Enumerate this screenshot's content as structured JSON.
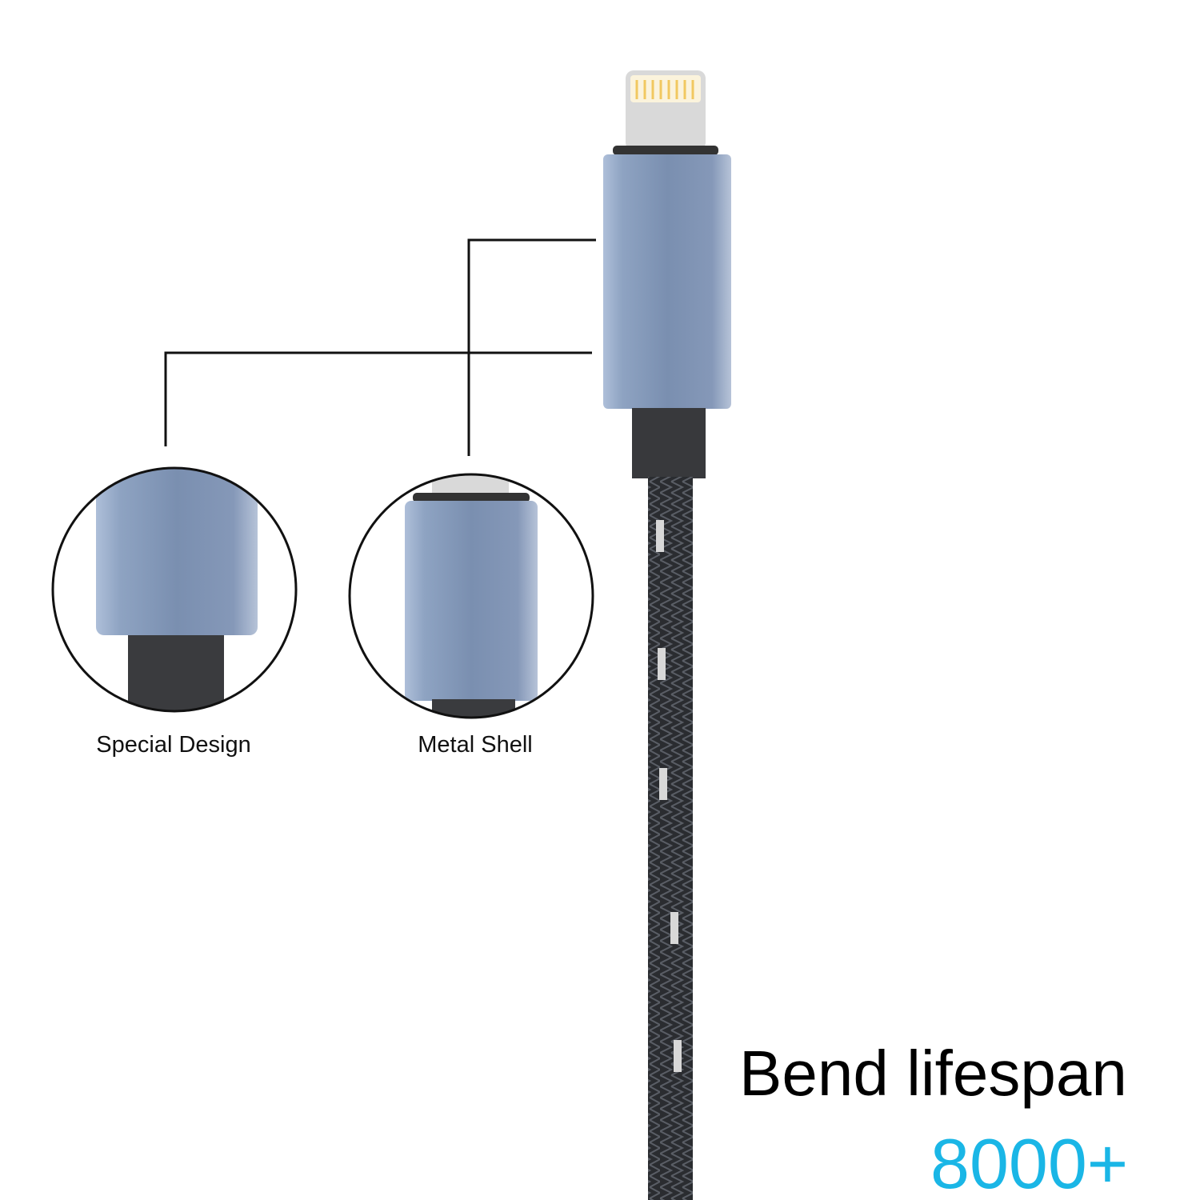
{
  "callouts": [
    {
      "label": "Special Design"
    },
    {
      "label": "Metal Shell"
    }
  ],
  "headline": "Bend lifespan",
  "highlight": "8000+",
  "colors": {
    "highlight": "#1ab6e6",
    "shell": "#7b90b0",
    "plug": "#d9d9d9",
    "pins": "#f1d27a",
    "cable": "#2a2c30"
  }
}
